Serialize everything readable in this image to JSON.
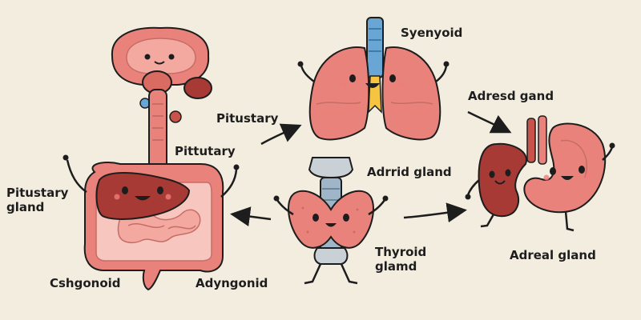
{
  "labels": {
    "syenyoid": "Syenyoid",
    "adresd_gand": "Adresd gand",
    "pitustary_top": "Pitustary",
    "pittutary": "Pittutary",
    "adrrid_gland": "Adrrid gland",
    "pitustary_gland_1": "Pitustary",
    "pitustary_gland_2": "gland",
    "cshgonoid": "Cshgonoid",
    "adyngonid": "Adyngonid",
    "thyroid_1": "Thyroid",
    "thyroid_2": "glamd",
    "adreal_gland": "Adreal gland"
  },
  "colors": {
    "background": "#f3eddf",
    "organ_pink": "#e9827a",
    "organ_light": "#f4a9a0",
    "outline": "#1d1d1d",
    "liver": "#a83a35",
    "trachea_blue": "#6aa6d4",
    "gland_yellow": "#f5c542",
    "cartilage_gray": "#c9d0d6"
  }
}
